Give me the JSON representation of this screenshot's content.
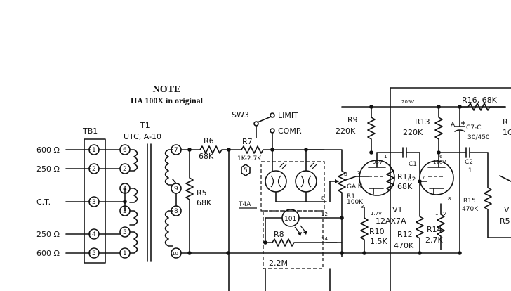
{
  "note": {
    "title": "NOTE",
    "subtitle": "HA 100X in original"
  },
  "labels": {
    "tb1": "TB1",
    "t1": "T1",
    "utc": "UTC, A-10",
    "sw3": "SW3",
    "limit": "LIMIT",
    "comp": "COMP.",
    "r6": "R6",
    "r6v": "68K",
    "r5": "R5",
    "r5v": "68K",
    "r7": "R7",
    "r7v": "1K-2.7K",
    "five": "5",
    "ta": "T4A",
    "r8": "R8",
    "r8v": "2.2M",
    "tube101": "101",
    "gain": "GAIN",
    "r1": "R1",
    "r1v": "100K",
    "r9": "R9",
    "r9v": "220K",
    "r11": "R11",
    "r11v": "68K",
    "c1": "C1",
    "c1v": ".02",
    "v1": "V1",
    "v1t": "12AX7A",
    "r10": "R10",
    "r10v": "1.5K",
    "r12": "R12",
    "r12v": "470K",
    "r13": "R13",
    "r13v": "220K",
    "r14": "R14",
    "r14v": "2.7K",
    "c2": "C2",
    "c2v": ".1",
    "c7": "C7-C",
    "c7v": "30/450",
    "r16": "R16, 68K",
    "r15": "R15",
    "r15v": "470K",
    "v205": "205V",
    "v95": "95V",
    "v120": "120V",
    "v17a": "1.7V",
    "v17b": "1.7V",
    "pa": "A",
    "p1": "1",
    "p2": "2",
    "p3": "3",
    "p6": "6",
    "p7": "7",
    "p8": "8",
    "pb": "B",
    "p12": "12",
    "p14": "14",
    "edge_r1": "R",
    "edge_r2": "1C",
    "edge_v": "V",
    "edge_r5": "R5"
  },
  "terminals": [
    {
      "num": "1",
      "label": "600 Ω"
    },
    {
      "num": "2",
      "label": "250 Ω"
    },
    {
      "num": "3",
      "label": "C.T."
    },
    {
      "num": "4",
      "label": "250 Ω"
    },
    {
      "num": "5",
      "label": "600 Ω"
    }
  ],
  "primary_taps": [
    "6",
    "2",
    "4",
    "3",
    "5",
    "1"
  ],
  "secondary_taps": [
    "7",
    "9",
    "8",
    "10"
  ]
}
